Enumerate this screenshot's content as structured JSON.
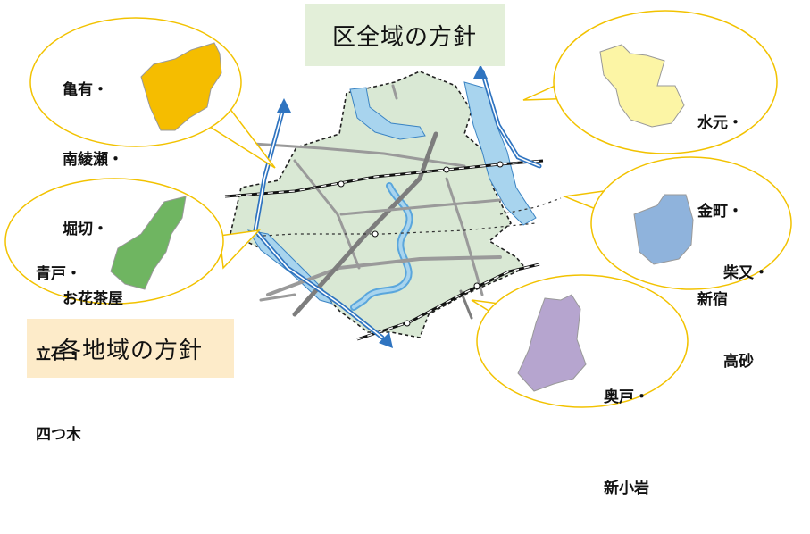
{
  "ward_policy": {
    "label": "区全域の方針"
  },
  "area_policy": {
    "label": "各地域の方針"
  },
  "regions": [
    {
      "id": "kameari",
      "lines": [
        "亀有・",
        "南綾瀬・",
        "堀切・",
        "お花茶屋"
      ],
      "color": "#f5bd00"
    },
    {
      "id": "mizumoto",
      "lines": [
        "水元・",
        "金町・",
        "新宿"
      ],
      "color": "#fcf5a5"
    },
    {
      "id": "aoto",
      "lines": [
        "青戸・",
        "立石・",
        "四つ木"
      ],
      "color": "#6fb561"
    },
    {
      "id": "shibamata",
      "lines": [
        "柴又・",
        "高砂"
      ],
      "color": "#8fb3dc"
    },
    {
      "id": "okudo",
      "lines": [
        "奥戸・",
        "新小岩"
      ],
      "color": "#b6a5cf"
    }
  ],
  "colors": {
    "bubble_border": "#f2c200",
    "ward_fill": "#d9e8d4",
    "river": "#a8d4ee",
    "river_edge": "#3b84c4",
    "ward_box": "#e3efd9",
    "area_box": "#fdebc9"
  }
}
